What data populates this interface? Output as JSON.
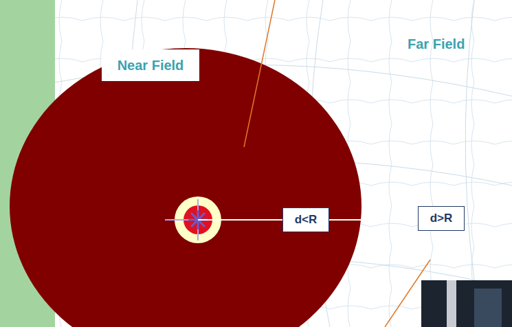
{
  "diagram": {
    "nodes": [
      {
        "text": [
          "Near Field"
        ]
      },
      {
        "text": [
          "d<R"
        ]
      },
      {
        "text": [
          "d>R"
        ]
      }
    ],
    "labels": [
      "Far Field"
    ]
  }
}
